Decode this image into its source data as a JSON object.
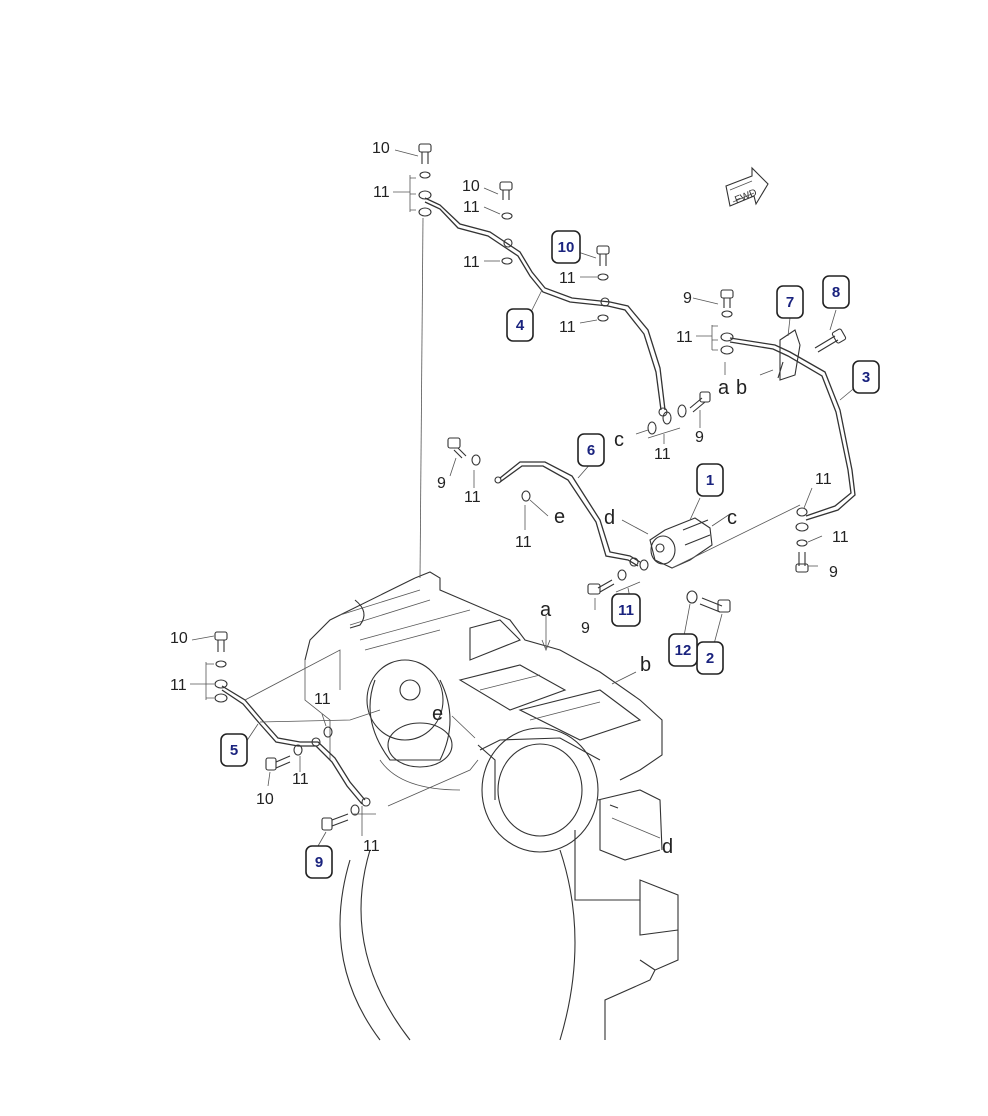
{
  "fwd_label": "FWD",
  "callouts": [
    {
      "id": "c1",
      "text": "1"
    },
    {
      "id": "c2",
      "text": "2"
    },
    {
      "id": "c3",
      "text": "3"
    },
    {
      "id": "c4",
      "text": "4"
    },
    {
      "id": "c5",
      "text": "5"
    },
    {
      "id": "c6",
      "text": "6"
    },
    {
      "id": "c7",
      "text": "7"
    },
    {
      "id": "c8",
      "text": "8"
    },
    {
      "id": "c9",
      "text": "9"
    },
    {
      "id": "c10",
      "text": "10"
    },
    {
      "id": "c11",
      "text": "11"
    },
    {
      "id": "c12",
      "text": "12"
    }
  ],
  "part_labels": [
    {
      "text": "10"
    },
    {
      "text": "11"
    },
    {
      "text": "10"
    },
    {
      "text": "11"
    },
    {
      "text": "11"
    },
    {
      "text": "11"
    },
    {
      "text": "11"
    },
    {
      "text": "9"
    },
    {
      "text": "11"
    },
    {
      "text": "9"
    },
    {
      "text": "11"
    },
    {
      "text": "9"
    },
    {
      "text": "11"
    },
    {
      "text": "11"
    },
    {
      "text": "11"
    },
    {
      "text": "9"
    },
    {
      "text": "9"
    },
    {
      "text": "10"
    },
    {
      "text": "11"
    },
    {
      "text": "11"
    },
    {
      "text": "10"
    },
    {
      "text": "11"
    },
    {
      "text": "11"
    },
    {
      "text": "11"
    }
  ],
  "connection_letters": [
    {
      "text": "a"
    },
    {
      "text": "b"
    },
    {
      "text": "c"
    },
    {
      "text": "c"
    },
    {
      "text": "d"
    },
    {
      "text": "e"
    },
    {
      "text": "a"
    },
    {
      "text": "b"
    },
    {
      "text": "e"
    },
    {
      "text": "d"
    }
  ]
}
